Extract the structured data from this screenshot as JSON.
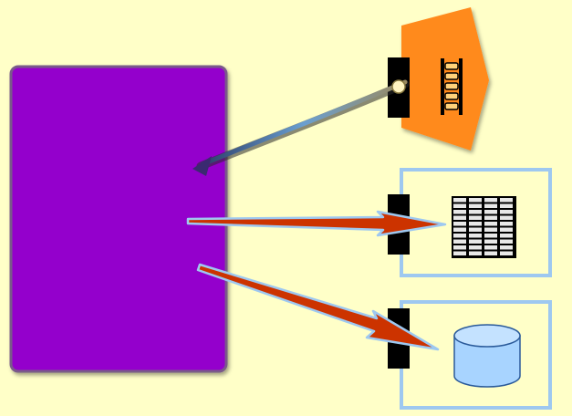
{
  "colors": {
    "background": "#ffffc8",
    "main_block": "#9400cc",
    "main_block_border": "#7a5a8a",
    "pentagon": "#ff8a1c",
    "panel_border": "#9ec8f0",
    "port": "#000000",
    "arrow_red": "#cc3300",
    "arrow_outline": "#9ec8f0",
    "incoming_arrow": "#6a9fd0",
    "cylinder": "#a8d4ff",
    "grid_cell": "#e8e8e8"
  },
  "diagram": {
    "main_block": {
      "shape": "rounded-rectangle",
      "label": ""
    },
    "nodes": [
      {
        "id": "top",
        "shape": "pentagon",
        "icon": "film-strip-icon",
        "port": "left",
        "direction": "outgoing-to-main"
      },
      {
        "id": "middle",
        "shape": "framed-panel",
        "icon": "grid-table-icon",
        "port": "left",
        "direction": "incoming-from-main"
      },
      {
        "id": "bottom",
        "shape": "framed-panel",
        "icon": "database-cylinder-icon",
        "port": "left",
        "direction": "incoming-from-main"
      }
    ]
  }
}
